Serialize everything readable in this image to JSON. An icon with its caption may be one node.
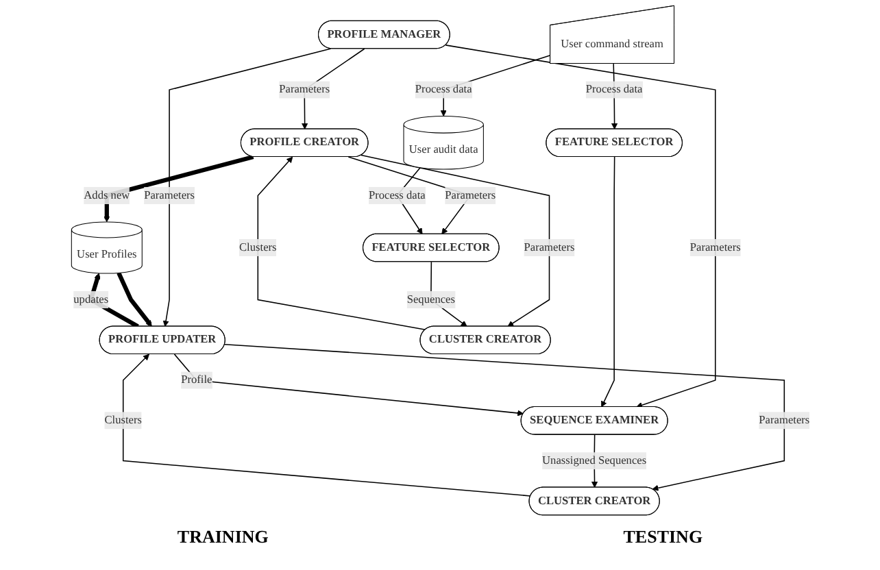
{
  "diagram": {
    "nodes": [
      {
        "text": [
          "PROFILE MANAGER"
        ]
      },
      {
        "text": [
          "PROFILE CREATOR"
        ]
      },
      {
        "text": [
          "User Profiles"
        ]
      },
      {
        "text": [
          "PROFILE UPDATER"
        ]
      },
      {
        "text": [
          "SEQUENCE EXAMINER"
        ]
      },
      {
        "text": [
          "FEATURE SELECTOR"
        ]
      },
      {
        "text": [
          "CLUSTER CREATOR"
        ]
      },
      {
        "text": [
          "CLUSTER CREATOR"
        ]
      },
      {
        "text": [
          "FEATURE SELECTOR"
        ]
      },
      {
        "text": [
          "User audit data"
        ]
      },
      {
        "text": [
          "User command stream"
        ]
      }
    ],
    "edges": [
      {
        "from": 0,
        "to": 1,
        "arrow": "to",
        "label": "Parameters"
      },
      {
        "from": 0,
        "to": 3,
        "arrow": "to",
        "label": "Parameters"
      },
      {
        "from": 0,
        "to": 4,
        "arrow": "to",
        "label": "Parameters"
      },
      {
        "from": 1,
        "to": 2,
        "arrow": "to",
        "label": "Adds new",
        "style": "thick"
      },
      {
        "from": 1,
        "to": 6,
        "arrow": "to",
        "label": "Parameters"
      },
      {
        "from": 6,
        "to": 1,
        "arrow": "to",
        "label": "Clusters"
      },
      {
        "from": 1,
        "to": 5,
        "arrow": "to",
        "label": "Parameters"
      },
      {
        "from": 5,
        "to": 6,
        "arrow": "to",
        "label": "Sequences"
      },
      {
        "from": 9,
        "to": 5,
        "arrow": "to",
        "label": "Process data"
      },
      {
        "from": 10,
        "to": 9,
        "arrow": "to",
        "label": "Process data"
      },
      {
        "from": 10,
        "to": 8,
        "arrow": "to",
        "label": "Process data"
      },
      {
        "from": 8,
        "to": 4,
        "arrow": "to"
      },
      {
        "from": 2,
        "to": 3,
        "arrow": "to",
        "style": "thick"
      },
      {
        "from": 3,
        "to": 2,
        "arrow": "to",
        "label": "updates",
        "style": "thick"
      },
      {
        "from": 3,
        "to": 4,
        "arrow": "to",
        "label": "Profile"
      },
      {
        "from": 3,
        "to": 7,
        "arrow": "to",
        "label": "Parameters"
      },
      {
        "from": 7,
        "to": 3,
        "arrow": "to",
        "label": "Clusters"
      },
      {
        "from": 4,
        "to": 7,
        "arrow": "to",
        "label": "Unassigned Sequences"
      }
    ],
    "labels": [
      "TRAINING",
      "TESTING"
    ]
  }
}
